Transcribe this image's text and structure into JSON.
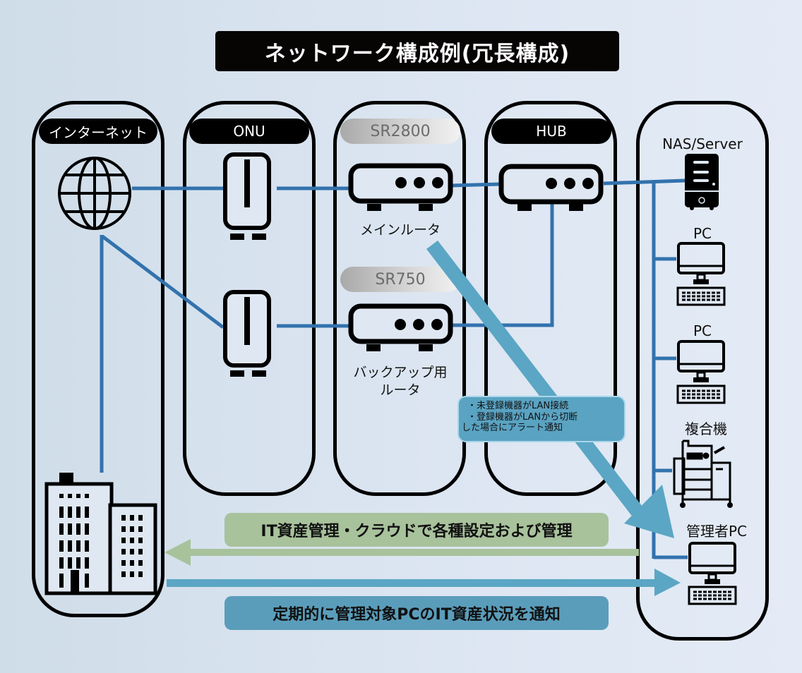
{
  "title": "ネットワーク構成例(冗長構成)",
  "columns": {
    "internet": {
      "label": "インターネット"
    },
    "onu": {
      "label": "ONU"
    },
    "router": {
      "main_model": "SR2800",
      "main_label": "メインルータ",
      "backup_model": "SR750",
      "backup_label_line1": "バックアップ用",
      "backup_label_line2": "ルータ"
    },
    "hub": {
      "label": "HUB"
    },
    "devices": {
      "nas": "NAS/Server",
      "pc1": "PC",
      "pc2": "PC",
      "mfp": "複合機",
      "admin_pc": "管理者PC"
    }
  },
  "callout": {
    "line1": "・未登録機器がLAN接続",
    "line2": "・登録機器がLANから切断",
    "line3": "した場合にアラート通知"
  },
  "flows": {
    "to_cloud": "IT資産管理・クラウドで各種設定および管理",
    "to_admin": "定期的に管理対象PCのIT資産状況を通知"
  },
  "colors": {
    "link": "#3272ad",
    "alert_arrow": "#5ba6c4",
    "cloud_arrow": "#a8c29c",
    "report_arrow": "#5ba6c4"
  }
}
